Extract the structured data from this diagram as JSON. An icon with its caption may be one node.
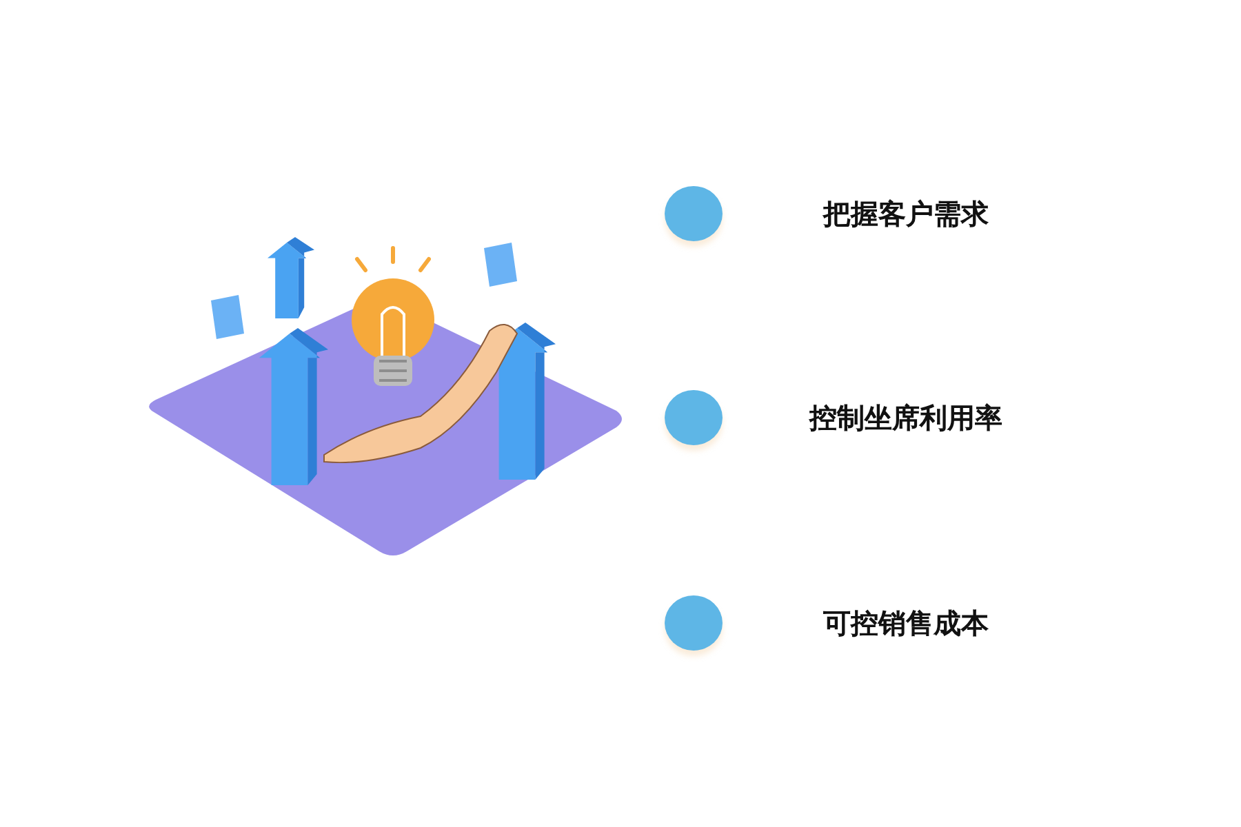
{
  "diagram": {
    "labels": [
      "把握客户需求",
      "控制坐席利用率",
      "可控销售成本"
    ]
  }
}
